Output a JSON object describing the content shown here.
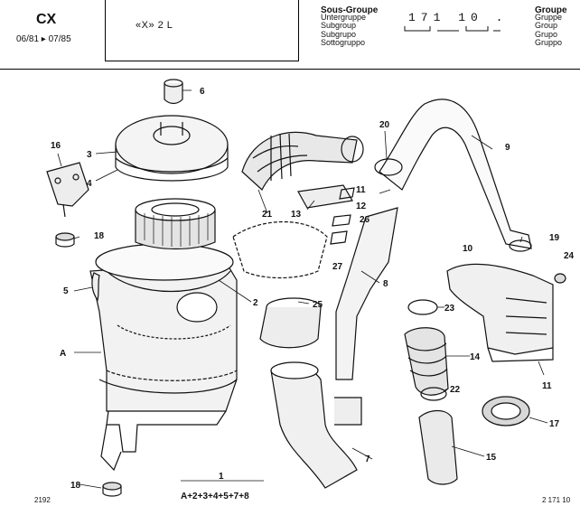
{
  "header": {
    "model": "CX",
    "dates": "06/81 ▸ 07/85",
    "engine": "«X» 2 L",
    "group_heading": "Sous-Groupe",
    "group_names": [
      "Untergruppe",
      "Subgroup",
      "Subgrupo",
      "Sottogruppo"
    ],
    "group_code": "171 10 .",
    "right_heading": "Groupe",
    "right_names": [
      "Gruppe",
      "Group",
      "Grupo",
      "Gruppo"
    ]
  },
  "callouts": [
    "1",
    "2",
    "3",
    "4",
    "5",
    "6",
    "7",
    "8",
    "9",
    "10",
    "11",
    "11",
    "12",
    "13",
    "14",
    "15",
    "16",
    "17",
    "18",
    "18",
    "19",
    "20",
    "21",
    "22",
    "23",
    "24",
    "25",
    "26",
    "27",
    "A"
  ],
  "assembly_note": "A+2+3+4+5+7+8",
  "footer": {
    "left_code": "2192",
    "right_code": "2 171 10"
  }
}
